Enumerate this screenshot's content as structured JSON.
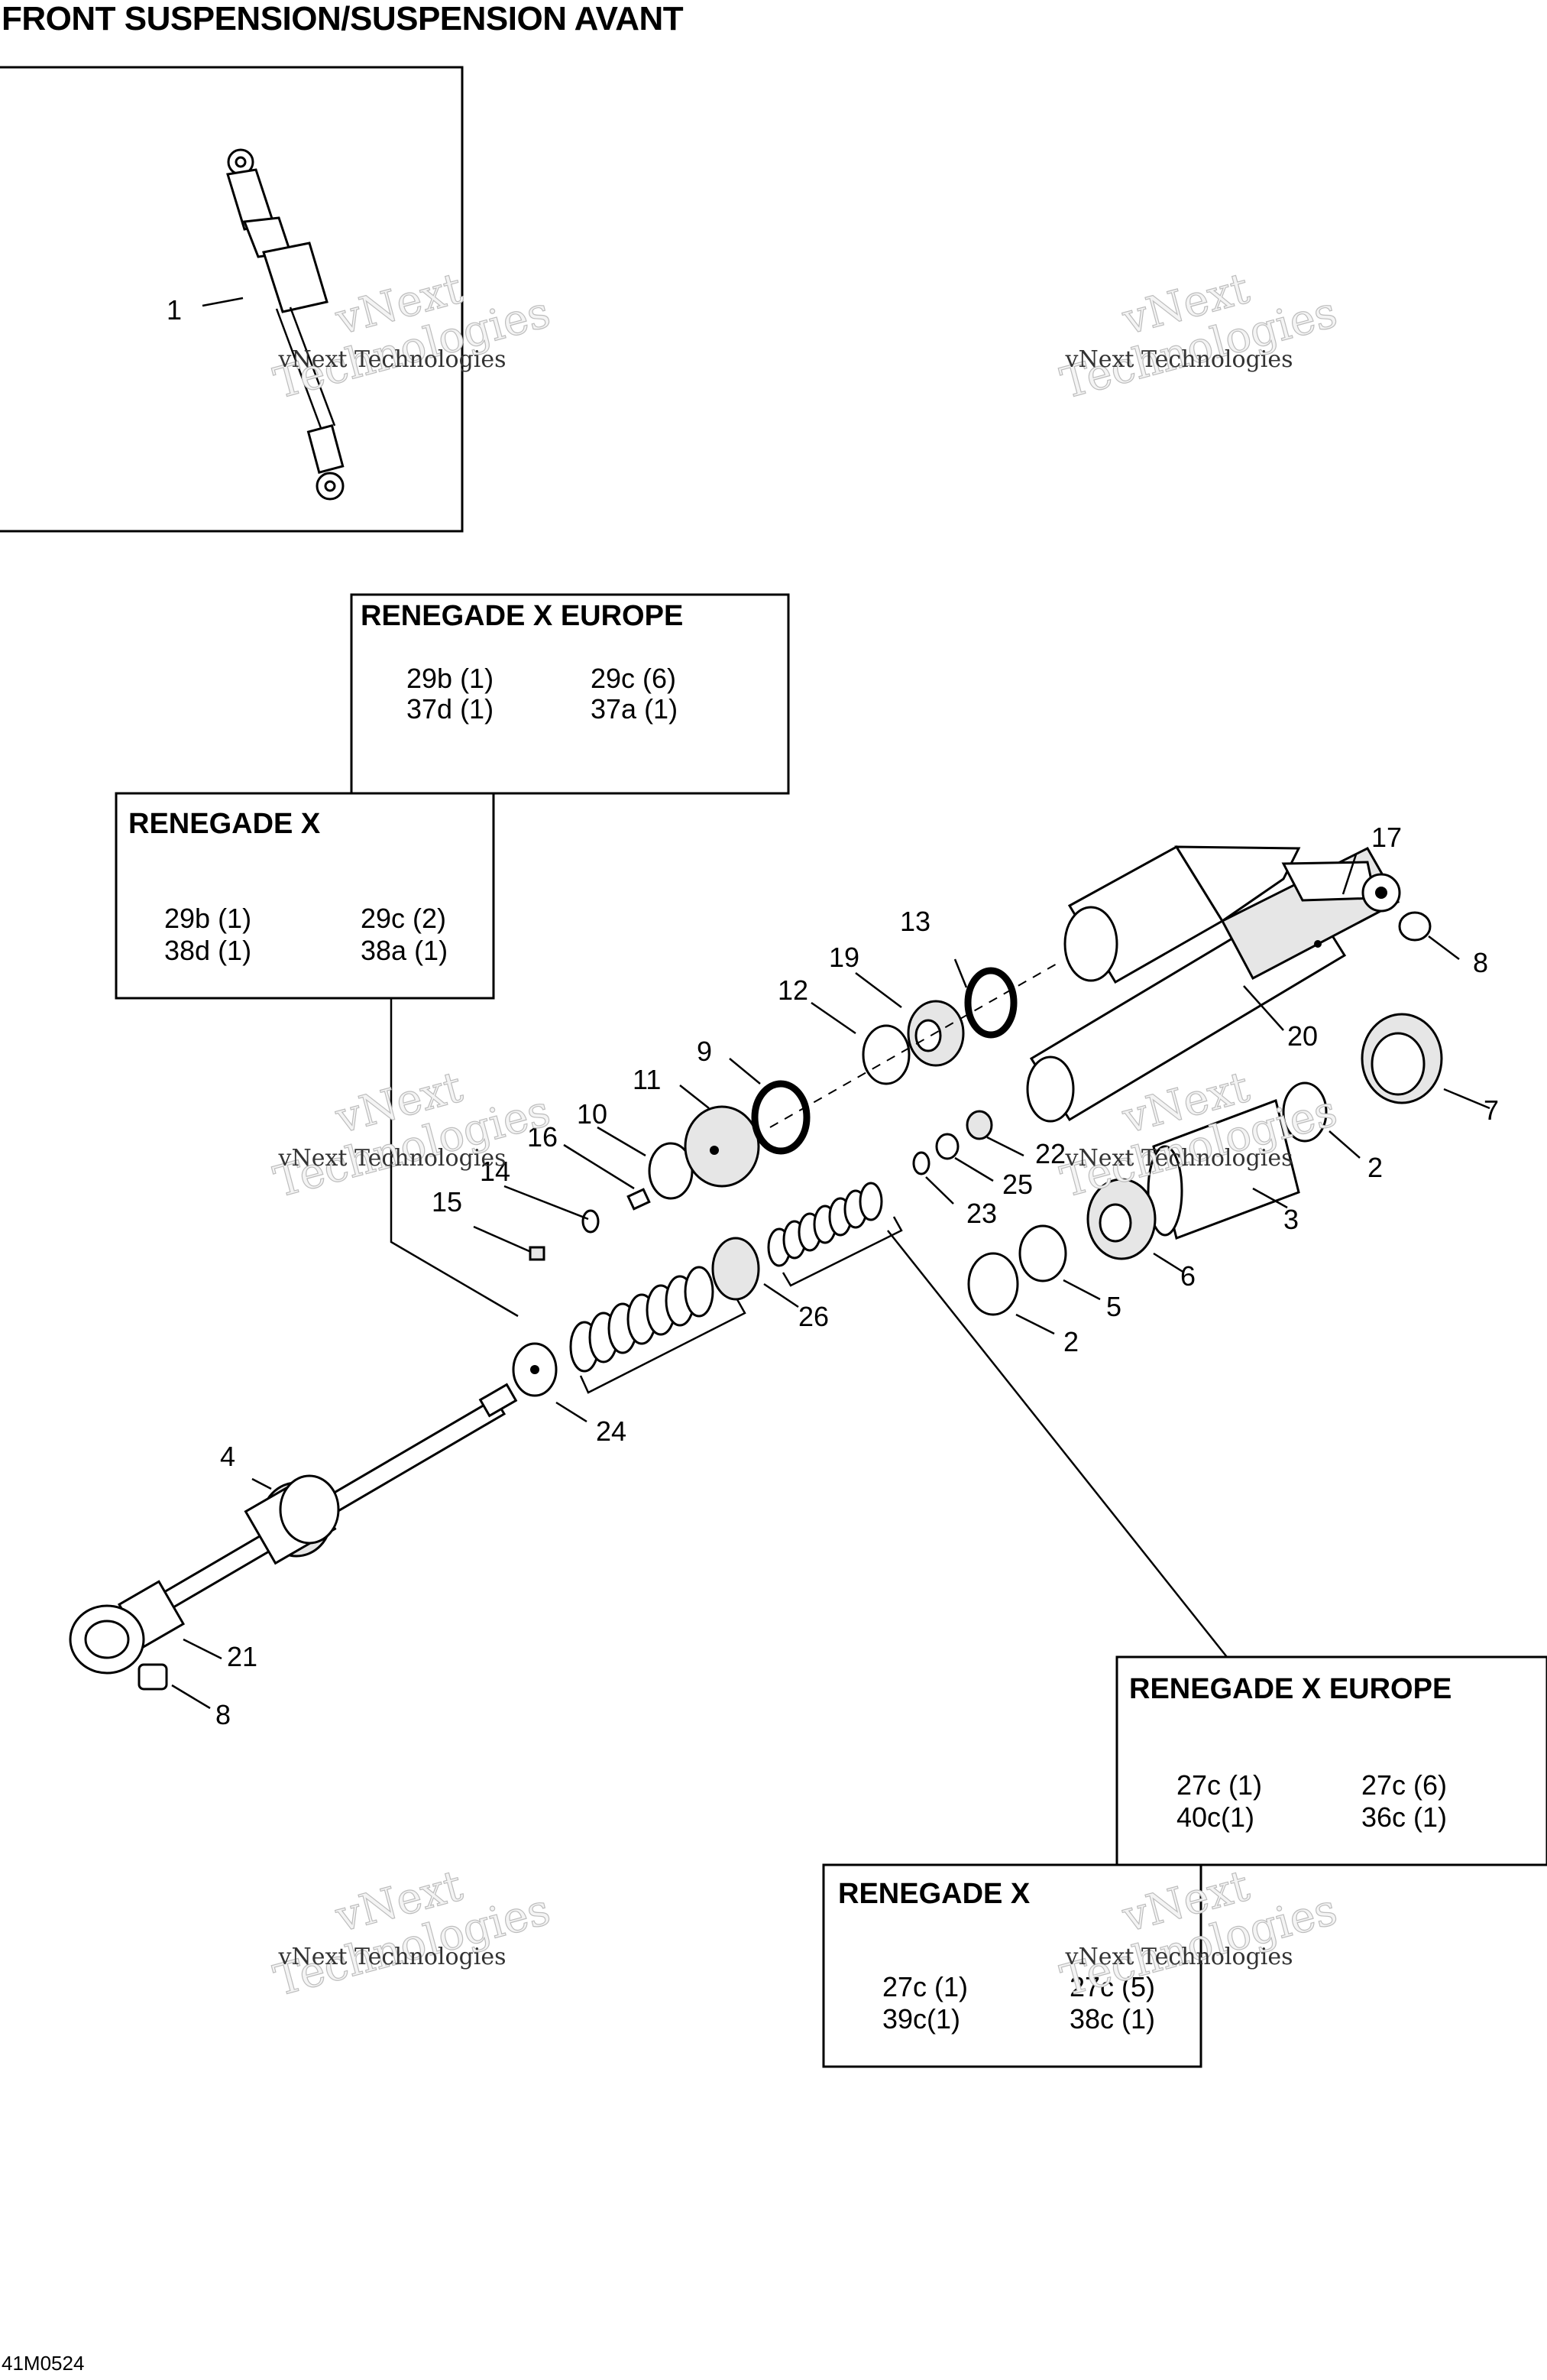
{
  "title": "FRONT SUSPENSION/SUSPENSION AVANT",
  "diagram_code": "41M0524",
  "watermark": {
    "line1": "vNext Technologies",
    "outline_top": "vNext",
    "outline_bottom": "Technologies"
  },
  "callouts": {
    "c1": "1",
    "c2a": "2",
    "c2b": "2",
    "c3": "3",
    "c4": "4",
    "c5": "5",
    "c6": "6",
    "c7": "7",
    "c8a": "8",
    "c8b": "8",
    "c9": "9",
    "c10": "10",
    "c11": "11",
    "c12": "12",
    "c13": "13",
    "c14": "14",
    "c15": "15",
    "c16": "16",
    "c17": "17",
    "c19": "19",
    "c20": "20",
    "c21": "21",
    "c22": "22",
    "c23": "23",
    "c24": "24",
    "c25": "25",
    "c26": "26"
  },
  "boxes": {
    "top_europe": {
      "title": "RENEGADE X EUROPE",
      "v1": "29b (1)",
      "v2": "29c (6)",
      "v3": "37d (1)",
      "v4": "37a (1)"
    },
    "top_x": {
      "title": "RENEGADE X",
      "v1": "29b (1)",
      "v2": "29c (2)",
      "v3": "38d (1)",
      "v4": "38a (1)"
    },
    "bottom_europe": {
      "title": "RENEGADE X EUROPE",
      "v1": "27c (1)",
      "v2": "27c (6)",
      "v3": "40c(1)",
      "v4": "36c (1)"
    },
    "bottom_x": {
      "title": "RENEGADE X",
      "v1": "27c (1)",
      "v2": "27c (5)",
      "v3": "39c(1)",
      "v4": "38c (1)"
    }
  }
}
